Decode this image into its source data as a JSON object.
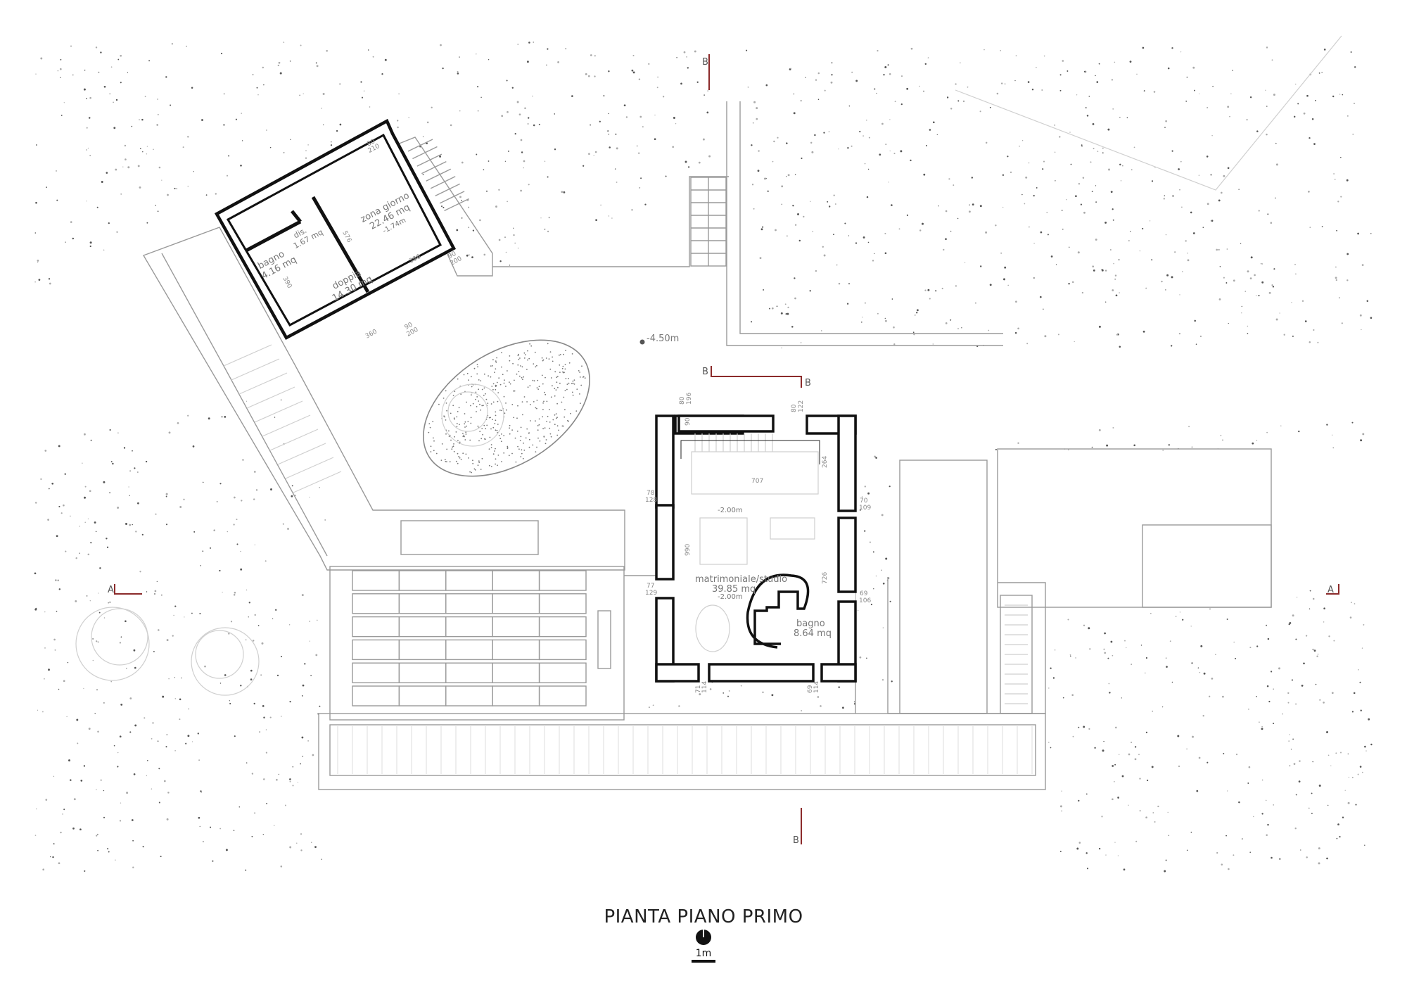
{
  "title": "PIANTA PIANO PRIMO",
  "scale_label": "1m",
  "north_icon": "north-arrow-icon",
  "colors": {
    "walls": "#111111",
    "section_marks": "#8b2a2a",
    "lines": "#9a9a9a"
  },
  "sections": {
    "a": "A",
    "b": "B"
  },
  "terrain_level": "-4.50m",
  "upper_building": {
    "rooms": [
      {
        "name": "bagno",
        "area": "4.16 mq"
      },
      {
        "name": "dis.",
        "area": "1.67 mq"
      },
      {
        "name": "zona giorno",
        "area": "22.46 mq",
        "level": "-1.74m"
      },
      {
        "name": "doppia",
        "area": "14.30 mq"
      }
    ],
    "dims": [
      "80",
      "210",
      "576",
      "396",
      "90",
      "200",
      "360",
      "390"
    ]
  },
  "lower_building": {
    "rooms": [
      {
        "name": "matrimoniale/studio",
        "area": "39.85 mq",
        "level": "-2.00m"
      },
      {
        "name": "bagno",
        "area": "8.64 mq"
      }
    ],
    "level2": "-2.00m",
    "dims": {
      "d1": [
        "80",
        "196"
      ],
      "d2": [
        "80",
        "122"
      ],
      "d3": "90",
      "d4": "707",
      "d5": "264",
      "d6": [
        "78",
        "128"
      ],
      "d7": [
        "70",
        "109"
      ],
      "d8": "990",
      "d9": "726",
      "d10": [
        "77",
        "129"
      ],
      "d11": [
        "69",
        "106"
      ],
      "d12": [
        "71",
        "114"
      ],
      "d13": [
        "69",
        "114"
      ]
    }
  }
}
